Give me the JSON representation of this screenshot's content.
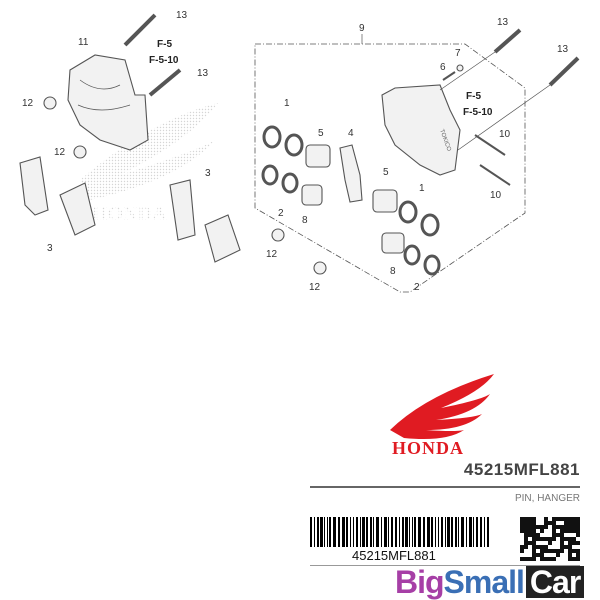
{
  "diagram": {
    "callouts": [
      "13",
      "11",
      "F-5",
      "F-5-10",
      "13",
      "12",
      "12",
      "3",
      "3",
      "12",
      "12",
      "9",
      "13",
      "7",
      "6",
      "13",
      "F-5",
      "F-5-10",
      "1",
      "5",
      "4",
      "10",
      "2",
      "8",
      "10",
      "5",
      "1",
      "8",
      "2"
    ],
    "watermark_text": "HONDA",
    "caliper_marking": "TOKICO"
  },
  "brand": {
    "name": "HONDA",
    "color": "#e01b22"
  },
  "part": {
    "number": "45215MFL881",
    "name": "PIN, HANGER"
  },
  "barcode": {
    "text": "45215MFL881"
  },
  "watermark": {
    "big": "Big",
    "small": "Small",
    "car": "Car"
  }
}
